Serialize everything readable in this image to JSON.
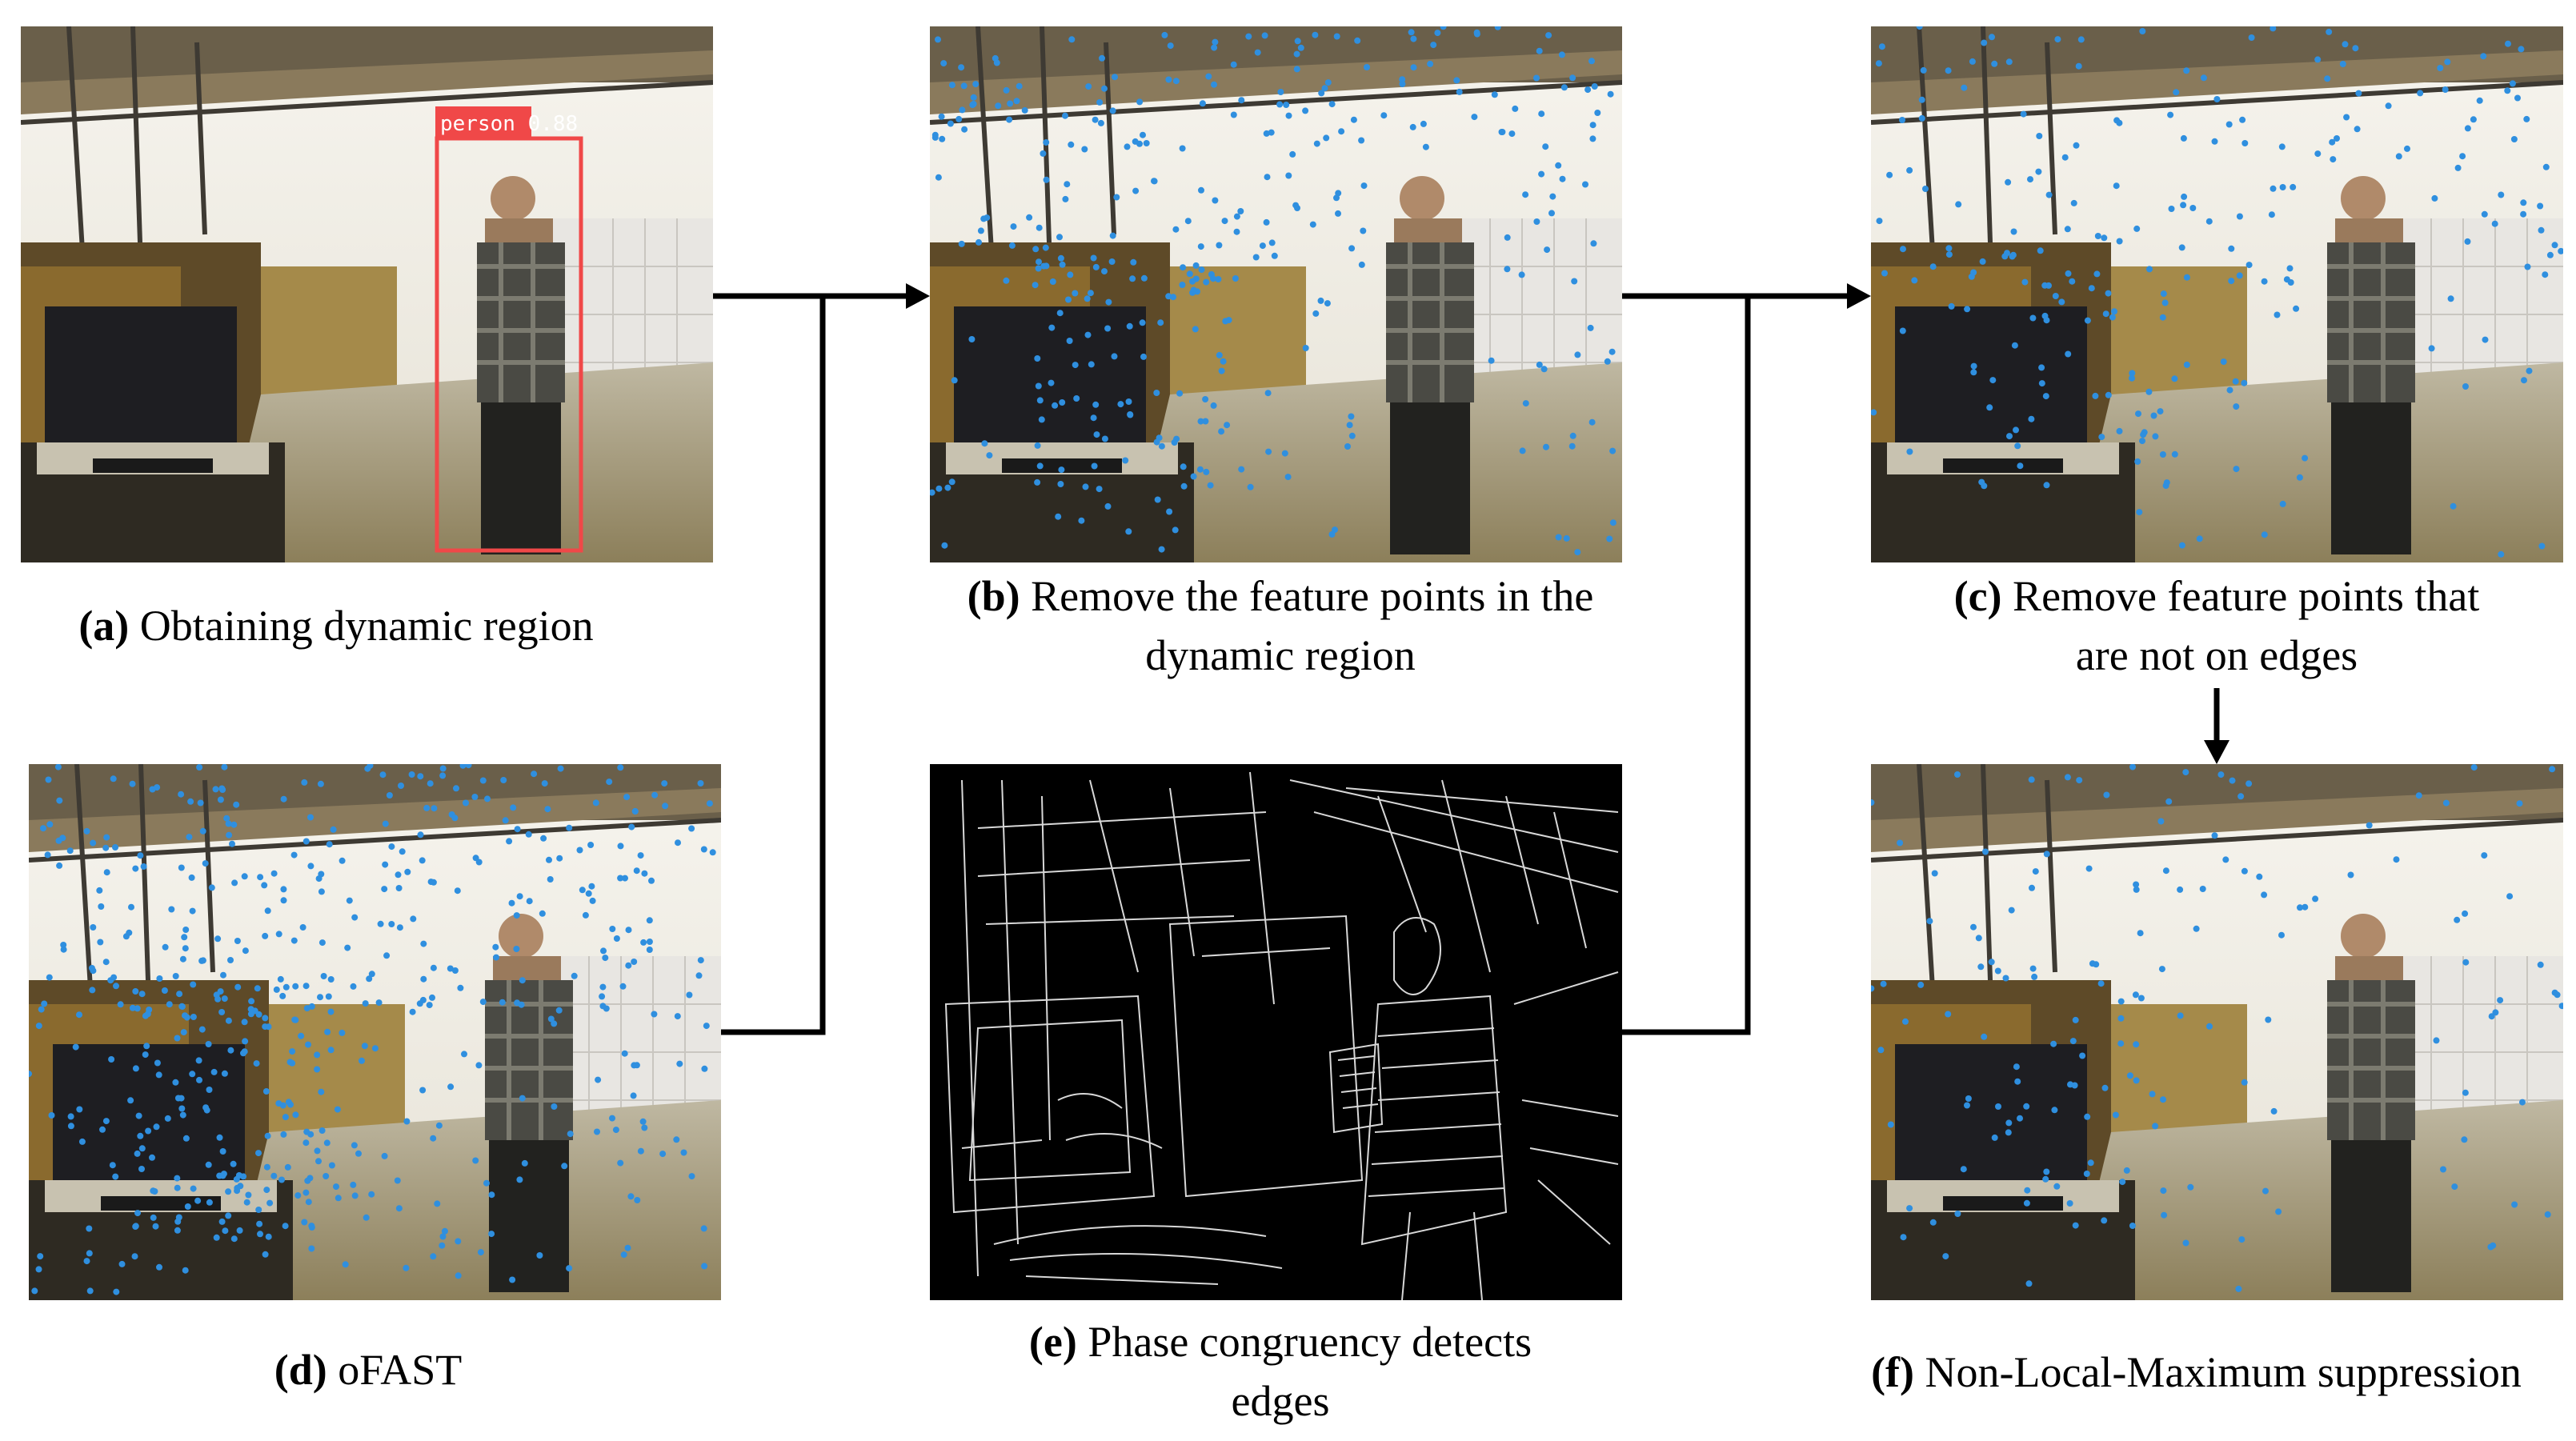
{
  "panels": {
    "a": {
      "letter": "(a)",
      "caption": "Obtaining dynamic region",
      "detection_label": "person 0.88"
    },
    "b": {
      "letter": "(b)",
      "caption_line1": "Remove the feature points in the",
      "caption_line2": "dynamic region"
    },
    "c": {
      "letter": "(c)",
      "caption_line1": "Remove feature points that",
      "caption_line2": "are not on edges"
    },
    "d": {
      "letter": "(d)",
      "caption": "oFAST"
    },
    "e": {
      "letter": "(e)",
      "caption_line1": "Phase congruency detects",
      "caption_line2": "edges"
    },
    "f": {
      "letter": "(f)",
      "caption": "Non-Local-Maximum suppression"
    }
  },
  "colors": {
    "feature_point": "#2f8fdf",
    "detection_box": "#f04848",
    "arrow": "#000000",
    "edge_background": "#000000",
    "edge_line": "#d8d8d8"
  }
}
